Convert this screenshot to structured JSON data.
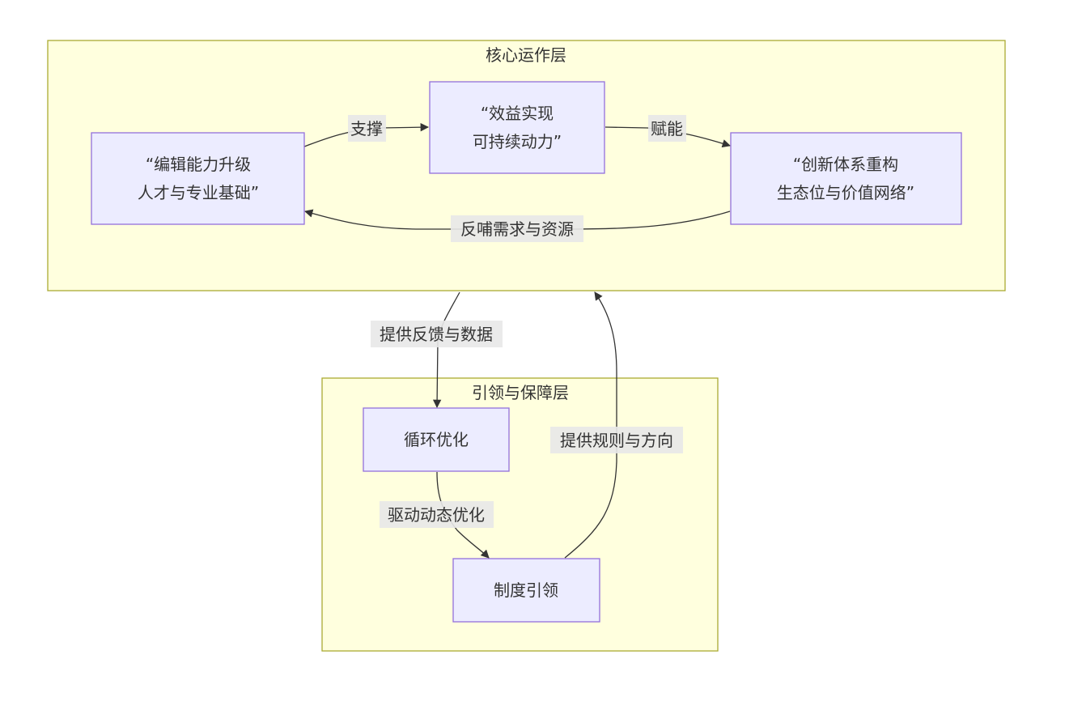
{
  "diagram": {
    "type": "flowchart",
    "clusters": [
      {
        "id": "core",
        "title": "核心运作层"
      },
      {
        "id": "guide",
        "title": "引领与保障层"
      }
    ],
    "nodes": [
      {
        "id": "talent",
        "cluster": "core",
        "lines": [
          "“编辑能力升级",
          "人才与专业基础”"
        ]
      },
      {
        "id": "benefit",
        "cluster": "core",
        "lines": [
          "“效益实现",
          "可持续动力”"
        ]
      },
      {
        "id": "innovation",
        "cluster": "core",
        "lines": [
          "“创新体系重构",
          "生态位与价值网络”"
        ]
      },
      {
        "id": "loop",
        "cluster": "guide",
        "lines": [
          "循环优化"
        ]
      },
      {
        "id": "system",
        "cluster": "guide",
        "lines": [
          "制度引领"
        ]
      }
    ],
    "edges": [
      {
        "from": "talent",
        "to": "benefit",
        "label": "支撑"
      },
      {
        "from": "benefit",
        "to": "innovation",
        "label": "赋能"
      },
      {
        "from": "innovation",
        "to": "talent",
        "label": "反哺需求与资源"
      },
      {
        "from": "core",
        "to": "loop",
        "label": "提供反馈与数据"
      },
      {
        "from": "loop",
        "to": "system",
        "label": "驱动动态优化"
      },
      {
        "from": "system",
        "to": "core",
        "label": "提供规则与方向"
      }
    ]
  }
}
